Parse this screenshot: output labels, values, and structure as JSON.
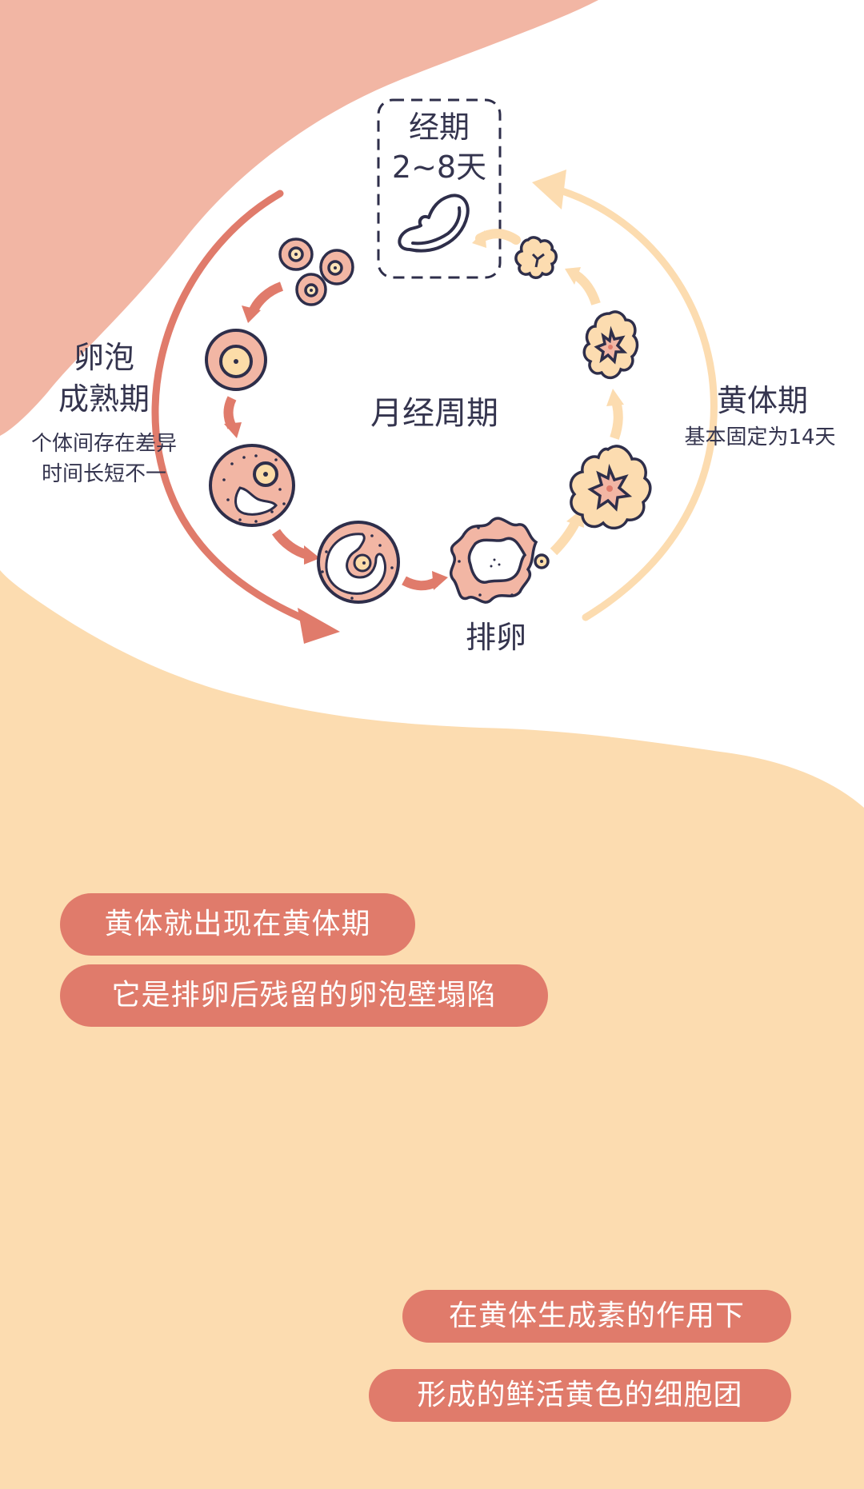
{
  "colors": {
    "pink_bg": "#F2B6A4",
    "white_bg": "#FFFFFF",
    "peach_bg": "#FCDCB0",
    "follicular_arrow": "#E07B6B",
    "luteal_arrow": "#FCDCB0",
    "outline": "#2E2E4A",
    "text": "#34344E",
    "bubble": "#E07B6B",
    "bubble_text": "#FFFFFF"
  },
  "diagram": {
    "center_title": "月经周期",
    "menstruation": {
      "title": "经期",
      "duration": "2~8天",
      "icon": "sanitary-pad-icon"
    },
    "follicular_phase": {
      "title_line1": "卵泡",
      "title_line2": "成熟期",
      "note_line1": "个体间存在差异",
      "note_line2": "时间长短不一"
    },
    "luteal_phase": {
      "title": "黄体期",
      "note": "基本固定为14天"
    },
    "ovulation": {
      "label": "排卵"
    },
    "stages": [
      "primordial-follicles",
      "primary-follicle",
      "secondary-follicle",
      "mature-follicle",
      "ruptured-follicle",
      "corpus-luteum-large",
      "corpus-luteum-small",
      "corpus-albicans"
    ]
  },
  "captions": [
    "黄体就出现在黄体期",
    "它是排卵后残留的卵泡壁塌陷",
    "在黄体生成素的作用下",
    "形成的鲜活黄色的细胞团"
  ]
}
